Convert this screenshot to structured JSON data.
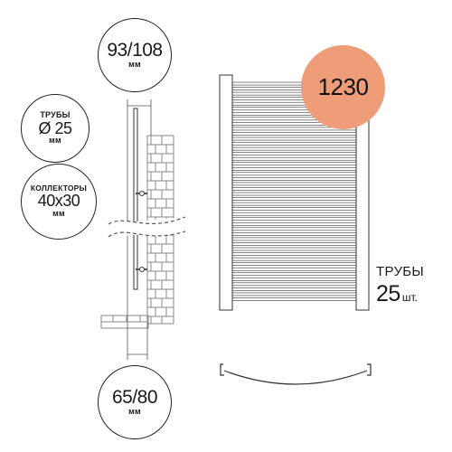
{
  "top_depth": {
    "value": "93/108",
    "unit": "мм"
  },
  "pipes": {
    "label": "ТРУБЫ",
    "diameter": "Ø 25",
    "unit": "мм"
  },
  "collectors": {
    "label": "КОЛЛЕКТОРЫ",
    "size": "40x30",
    "unit": "мм"
  },
  "bottom_depth": {
    "value": "65/80",
    "unit": "мм"
  },
  "height": "1230",
  "tubes": {
    "label": "ТРУБЫ",
    "count": "25",
    "unit": "шт."
  },
  "colors": {
    "badge": "#ef9c79",
    "line": "#222222",
    "wall": "#8a8a8a"
  }
}
